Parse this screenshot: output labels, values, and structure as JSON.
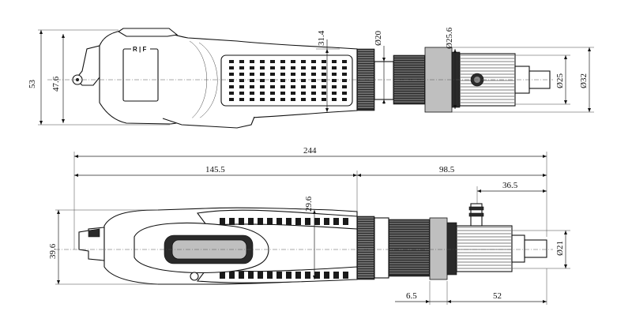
{
  "top_view": {
    "height_overall": "53",
    "height_grip": "47.6",
    "grip_width": "31.4",
    "nose_dia": "Ø20",
    "collar_dia": "Ø25.6",
    "tip_dia": "Ø25",
    "chuck_dia": "Ø32",
    "switch_label": "R | F"
  },
  "side_view": {
    "length_overall": "244",
    "length_rear": "145.5",
    "length_front": "98.5",
    "length_chuck": "36.5",
    "height_body": "39.6",
    "height_handle": "29.6",
    "tip_dia": "Ø21",
    "collar_len": "6.5",
    "front_len": "52"
  }
}
